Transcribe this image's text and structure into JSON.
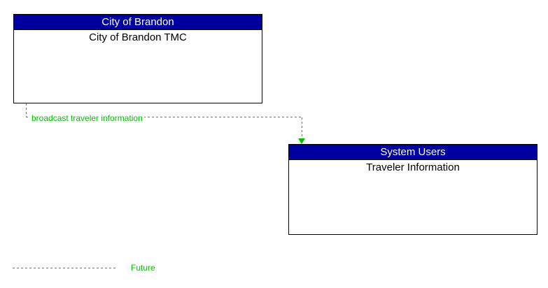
{
  "diagram": {
    "entities": [
      {
        "header": "City of Brandon",
        "name": "City of Brandon TMC"
      },
      {
        "header": "System Users",
        "name": "Traveler Information"
      }
    ],
    "flows": [
      {
        "label": "broadcast traveler information",
        "from": "City of Brandon TMC",
        "to": "Traveler Information",
        "status": "future",
        "line_style": "dashed"
      }
    ],
    "legend": [
      {
        "label": "Future",
        "line_style": "dashed"
      }
    ],
    "colors": {
      "entity_header_bg": "#0000A0",
      "entity_header_text": "#FFFFFF",
      "entity_border": "#000000",
      "entity_body_text": "#000000",
      "future_flow_green": "#00C000",
      "background": "#FFFFFF"
    }
  }
}
